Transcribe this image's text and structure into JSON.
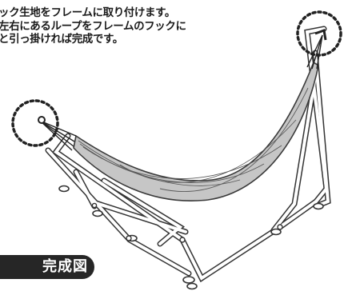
{
  "instructions": {
    "lines": [
      "ック生地をフレームに取り付けます。",
      "左右にあるループをフレームのフックに",
      "と引っ掛ければ完成です。"
    ]
  },
  "badge": {
    "label": "完成図"
  },
  "colors": {
    "fabric": "#c6c6c6",
    "fabric_outline": "#3a3a3a",
    "frame": "#ffffff",
    "frame_outline": "#333333",
    "badge_bg": "#262626",
    "highlight_circle": "#222222"
  },
  "icons": [
    "hammock-illustration",
    "hook-highlight-circle-left",
    "hook-highlight-circle-right"
  ]
}
